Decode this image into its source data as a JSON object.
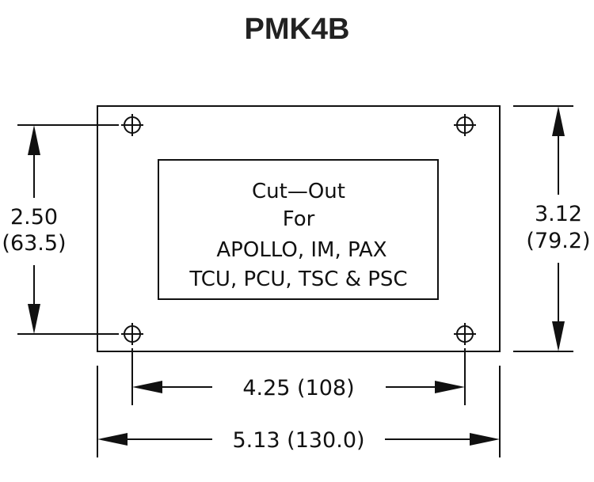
{
  "title": "PMK4B",
  "cutout": {
    "line1": "Cut—Out",
    "line2": "For",
    "line3": "APOLLO, IM, PAX",
    "line4": "TCU, PCU, TSC & PSC"
  },
  "dimensions": {
    "left_in": "2.50",
    "left_mm": "(63.5)",
    "right_in": "3.12",
    "right_mm": "(79.2)",
    "hole_span": "4.25 (108)",
    "overall_width": "5.13 (130.0)"
  },
  "colors": {
    "line": "#111111",
    "title": "#222222"
  }
}
